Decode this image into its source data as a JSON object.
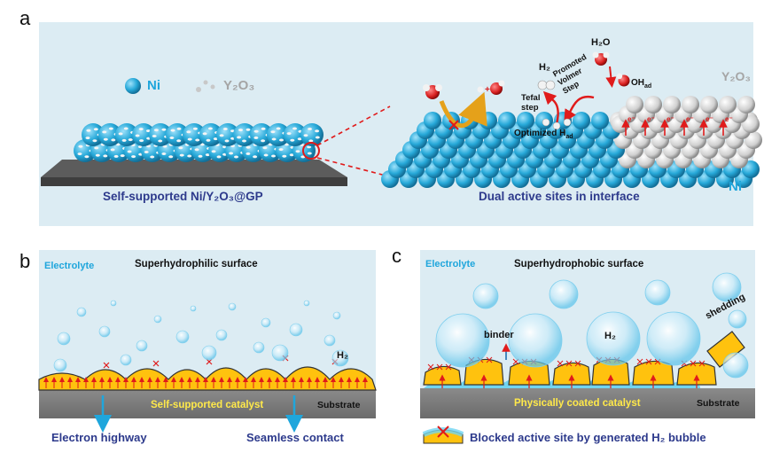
{
  "panel_labels": {
    "a": "a",
    "b": "b",
    "c": "c"
  },
  "panel_a": {
    "legend_ni": "Ni",
    "legend_y2o3": "Y₂O₃",
    "caption_left": "Self-supported Ni/Y₂O₃@GP",
    "caption_right": "Dual active sites in interface",
    "label_ni": "Ni",
    "label_y2o3": "Y₂O₃",
    "h2": "H₂",
    "h2o": "H₂O",
    "tefal_step": "Tefal step",
    "promoted_volmer_step": "Promoted Volmer Step",
    "optimized_had": "Optimized H",
    "had_sub": "ad",
    "oh_ad": "OH",
    "oh_sub": "ad",
    "electron": "e⁻",
    "colors": {
      "ni": "#27a9d9",
      "y2o3": "#d6d6d6",
      "oxygen": "#d81f1f",
      "arrow": "#e5a11a"
    }
  },
  "panel_b": {
    "electrolyte": "Electrolyte",
    "surface": "Superhydrophilic surface",
    "h2": "H₂",
    "catalyst": "Self-supported catalyst",
    "substrate": "Substrate",
    "electron_highway": "Electron highway",
    "seamless_contact": "Seamless contact"
  },
  "panel_c": {
    "electrolyte": "Electrolyte",
    "surface": "Superhydrophobic surface",
    "binder": "binder",
    "h2": "H₂",
    "shedding": "shedding",
    "catalyst": "Physically coated catalyst",
    "substrate": "Substrate",
    "legend_blocked": "Blocked active site by generated H₂ bubble"
  }
}
